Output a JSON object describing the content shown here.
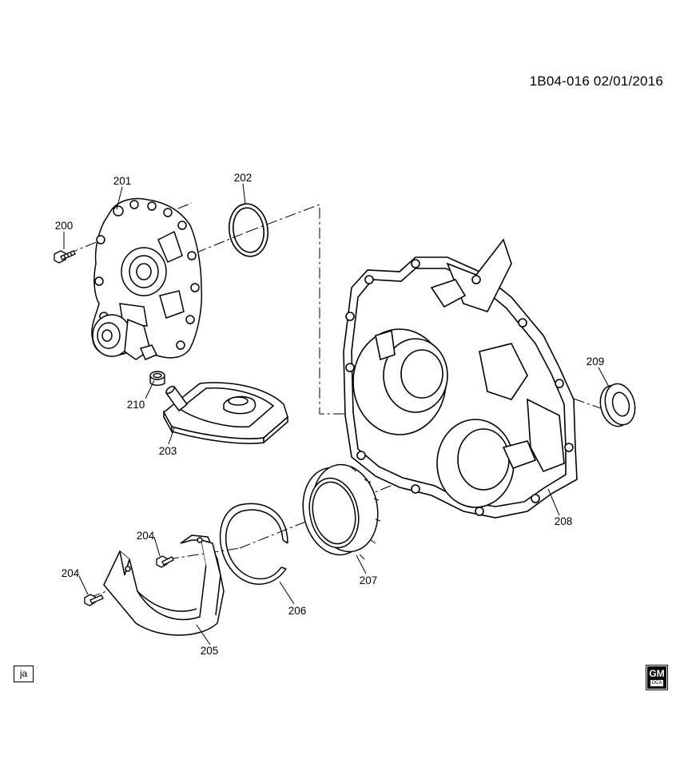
{
  "document_id": "1B04-016  02/01/2016",
  "parts": [
    {
      "key": "200",
      "label": "200"
    },
    {
      "key": "201",
      "label": "201"
    },
    {
      "key": "202",
      "label": "202"
    },
    {
      "key": "203",
      "label": "203"
    },
    {
      "key": "204a",
      "label": "204"
    },
    {
      "key": "204b",
      "label": "204"
    },
    {
      "key": "205",
      "label": "205"
    },
    {
      "key": "206",
      "label": "206"
    },
    {
      "key": "207",
      "label": "207"
    },
    {
      "key": "208",
      "label": "208"
    },
    {
      "key": "209",
      "label": "209"
    },
    {
      "key": "210",
      "label": "210"
    }
  ],
  "footer": {
    "tag": "ja",
    "logo": "GM",
    "logo_sub": "OCA"
  }
}
